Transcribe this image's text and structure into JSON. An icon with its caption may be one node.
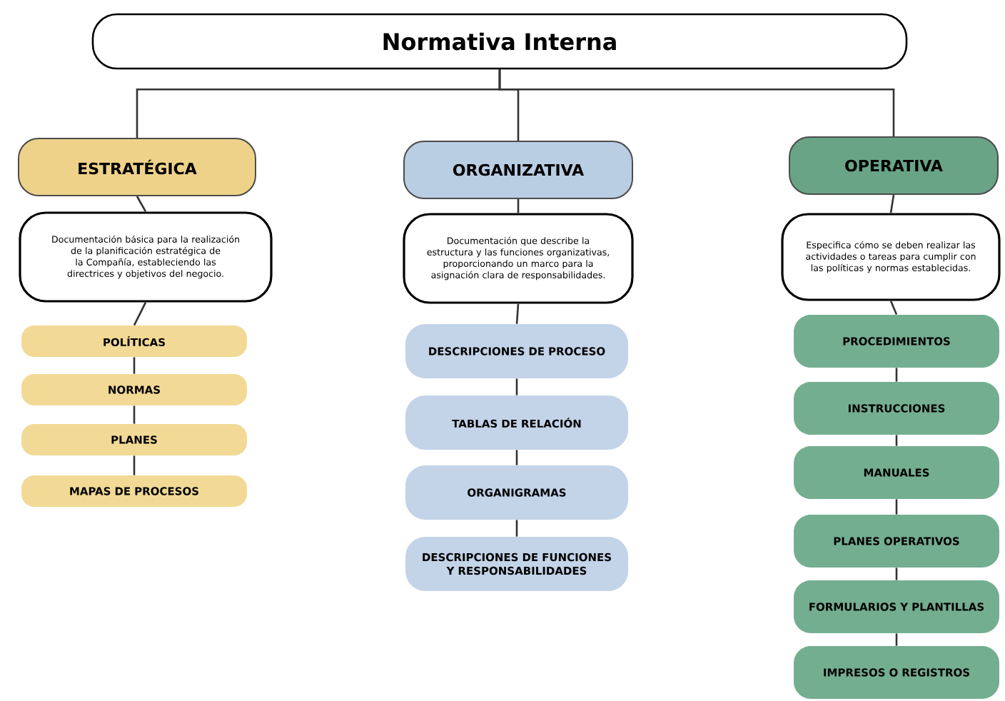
{
  "diagram": {
    "nodes": [
      {
        "text": [
          "Normativa Interna"
        ]
      },
      {
        "text": [
          "ESTRATÉGICA"
        ]
      },
      {
        "text": [
          "ORGANIZATIVA"
        ]
      },
      {
        "text": [
          "OPERATIVA"
        ]
      },
      {
        "text": [
          "Documentación básica para la realización de la planificación estratégica de la Compañía, estableciendo las directrices y objetivos del negocio."
        ]
      },
      {
        "text": [
          "Documentación que describe la estructura y las funciones organizativas, proporcionando un marco para la asignación clara de responsabilidades."
        ]
      },
      {
        "text": [
          "Especifica cómo se deben realizar las actividades o tareas para cumplir con las políticas y normas establecidas."
        ]
      },
      {
        "text": [
          "POLÍTICAS"
        ]
      },
      {
        "text": [
          "NORMAS"
        ]
      },
      {
        "text": [
          "PLANES"
        ]
      },
      {
        "text": [
          "MAPAS DE PROCESOS"
        ]
      },
      {
        "text": [
          "DESCRIPCIONES DE PROCESO"
        ]
      },
      {
        "text": [
          "TABLAS DE RELACIÓN"
        ]
      },
      {
        "text": [
          "ORGANIGRAMAS"
        ]
      },
      {
        "text": [
          "DESCRIPCIONES DE FUNCIONES Y RESPONSABILIDADES"
        ]
      },
      {
        "text": [
          "PROCEDIMIENTOS"
        ]
      },
      {
        "text": [
          "INSTRUCCIONES"
        ]
      },
      {
        "text": [
          "MANUALES"
        ]
      },
      {
        "text": [
          "PLANES OPERATIVOS"
        ]
      },
      {
        "text": [
          "FORMULARIOS Y PLANTILLAS"
        ]
      },
      {
        "text": [
          "IMPRESOS O REGISTROS"
        ]
      }
    ],
    "edges": [
      {
        "from": 0,
        "to": 1,
        "arrow": "none"
      },
      {
        "from": 0,
        "to": 2,
        "arrow": "none"
      },
      {
        "from": 0,
        "to": 3,
        "arrow": "none"
      },
      {
        "from": 1,
        "to": 4,
        "arrow": "none"
      },
      {
        "from": 2,
        "to": 5,
        "arrow": "none"
      },
      {
        "from": 3,
        "to": 6,
        "arrow": "none"
      },
      {
        "from": 4,
        "to": 7,
        "arrow": "none"
      },
      {
        "from": 7,
        "to": 8,
        "arrow": "none"
      },
      {
        "from": 8,
        "to": 9,
        "arrow": "none"
      },
      {
        "from": 9,
        "to": 10,
        "arrow": "none"
      },
      {
        "from": 5,
        "to": 11,
        "arrow": "none"
      },
      {
        "from": 11,
        "to": 12,
        "arrow": "none"
      },
      {
        "from": 12,
        "to": 13,
        "arrow": "none"
      },
      {
        "from": 13,
        "to": 14,
        "arrow": "none"
      },
      {
        "from": 6,
        "to": 15,
        "arrow": "none"
      },
      {
        "from": 15,
        "to": 16,
        "arrow": "none"
      },
      {
        "from": 16,
        "to": 17,
        "arrow": "none"
      },
      {
        "from": 17,
        "to": 18,
        "arrow": "none"
      },
      {
        "from": 18,
        "to": 19,
        "arrow": "none"
      },
      {
        "from": 19,
        "to": 20,
        "arrow": "none"
      }
    ]
  }
}
